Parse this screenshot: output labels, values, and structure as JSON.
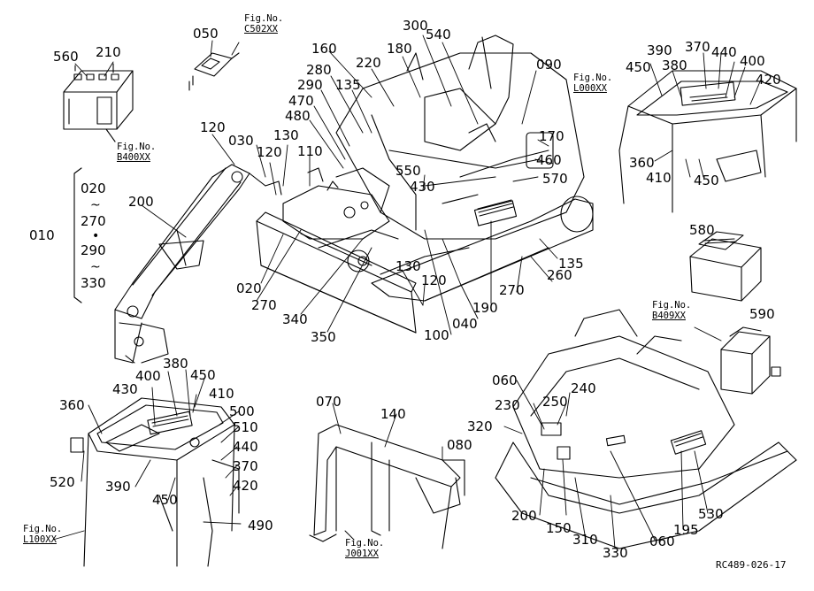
{
  "labels": [
    {
      "id": "p560a",
      "text": "560"
    },
    {
      "id": "p210",
      "text": "210"
    },
    {
      "id": "p050",
      "text": "050"
    },
    {
      "id": "p160",
      "text": "160"
    },
    {
      "id": "p220",
      "text": "220"
    },
    {
      "id": "p180",
      "text": "180"
    },
    {
      "id": "p300",
      "text": "300"
    },
    {
      "id": "p540",
      "text": "540"
    },
    {
      "id": "p280",
      "text": "280"
    },
    {
      "id": "p135a",
      "text": "135"
    },
    {
      "id": "p290a",
      "text": "290"
    },
    {
      "id": "p470",
      "text": "470"
    },
    {
      "id": "p480",
      "text": "480"
    },
    {
      "id": "p090",
      "text": "090"
    },
    {
      "id": "p390a",
      "text": "390"
    },
    {
      "id": "p370a",
      "text": "370"
    },
    {
      "id": "p440a",
      "text": "440"
    },
    {
      "id": "p450a",
      "text": "450"
    },
    {
      "id": "p380a",
      "text": "380"
    },
    {
      "id": "p400a",
      "text": "400"
    },
    {
      "id": "p420a",
      "text": "420"
    },
    {
      "id": "p120a",
      "text": "120"
    },
    {
      "id": "p030",
      "text": "030"
    },
    {
      "id": "p130a",
      "text": "130"
    },
    {
      "id": "p120b",
      "text": "120"
    },
    {
      "id": "p110",
      "text": "110"
    },
    {
      "id": "p170",
      "text": "170"
    },
    {
      "id": "p460",
      "text": "460"
    },
    {
      "id": "p550",
      "text": "550"
    },
    {
      "id": "p430a",
      "text": "430"
    },
    {
      "id": "p570",
      "text": "570"
    },
    {
      "id": "p360a",
      "text": "360"
    },
    {
      "id": "p410a",
      "text": "410"
    },
    {
      "id": "p450b",
      "text": "450"
    },
    {
      "id": "p200a",
      "text": "200"
    },
    {
      "id": "p020a",
      "text": "020"
    },
    {
      "id": "p270a",
      "text": "270"
    },
    {
      "id": "p290b",
      "text": "290"
    },
    {
      "id": "p330a",
      "text": "330"
    },
    {
      "id": "p010",
      "text": "010"
    },
    {
      "id": "p580",
      "text": "580"
    },
    {
      "id": "p135b",
      "text": "135"
    },
    {
      "id": "p260",
      "text": "260"
    },
    {
      "id": "p130b",
      "text": "130"
    },
    {
      "id": "p120c",
      "text": "120"
    },
    {
      "id": "p270b",
      "text": "270"
    },
    {
      "id": "p020b",
      "text": "020"
    },
    {
      "id": "p270c",
      "text": "270"
    },
    {
      "id": "p190",
      "text": "190"
    },
    {
      "id": "p340",
      "text": "340"
    },
    {
      "id": "p040",
      "text": "040"
    },
    {
      "id": "p590",
      "text": "590"
    },
    {
      "id": "p350",
      "text": "350"
    },
    {
      "id": "p100",
      "text": "100"
    },
    {
      "id": "p380b",
      "text": "380"
    },
    {
      "id": "p400b",
      "text": "400"
    },
    {
      "id": "p430b",
      "text": "430"
    },
    {
      "id": "p450c",
      "text": "450"
    },
    {
      "id": "p410b",
      "text": "410"
    },
    {
      "id": "p060a",
      "text": "060"
    },
    {
      "id": "p240",
      "text": "240"
    },
    {
      "id": "p360b",
      "text": "360"
    },
    {
      "id": "p500",
      "text": "500"
    },
    {
      "id": "p070",
      "text": "070"
    },
    {
      "id": "p250",
      "text": "250"
    },
    {
      "id": "p230",
      "text": "230"
    },
    {
      "id": "p510",
      "text": "510"
    },
    {
      "id": "p140",
      "text": "140"
    },
    {
      "id": "p320",
      "text": "320"
    },
    {
      "id": "p440b",
      "text": "440"
    },
    {
      "id": "p080",
      "text": "080"
    },
    {
      "id": "p520",
      "text": "520"
    },
    {
      "id": "p370b",
      "text": "370"
    },
    {
      "id": "p390b",
      "text": "390"
    },
    {
      "id": "p420b",
      "text": "420"
    },
    {
      "id": "p450d",
      "text": "450"
    },
    {
      "id": "p200b",
      "text": "200"
    },
    {
      "id": "p150",
      "text": "150"
    },
    {
      "id": "p310",
      "text": "310"
    },
    {
      "id": "p060b",
      "text": "060"
    },
    {
      "id": "p195",
      "text": "195"
    },
    {
      "id": "p530",
      "text": "530"
    },
    {
      "id": "p490",
      "text": "490"
    },
    {
      "id": "p330b",
      "text": "330"
    }
  ],
  "tilde": "~",
  "dot": "•",
  "figs": [
    {
      "id": "fC502",
      "line1": "Fig.No.",
      "line2": "C502XX"
    },
    {
      "id": "fB400",
      "line1": "Fig.No.",
      "line2": "B400XX"
    },
    {
      "id": "fL000",
      "line1": "Fig.No.",
      "line2": "L000XX"
    },
    {
      "id": "fB409",
      "line1": "Fig.No.",
      "line2": "B409XX"
    },
    {
      "id": "fL100",
      "line1": "Fig.No.",
      "line2": "L100XX"
    },
    {
      "id": "fJ001",
      "line1": "Fig.No.",
      "line2": "J001XX"
    }
  ],
  "drawing_code": "RC489-026-17"
}
